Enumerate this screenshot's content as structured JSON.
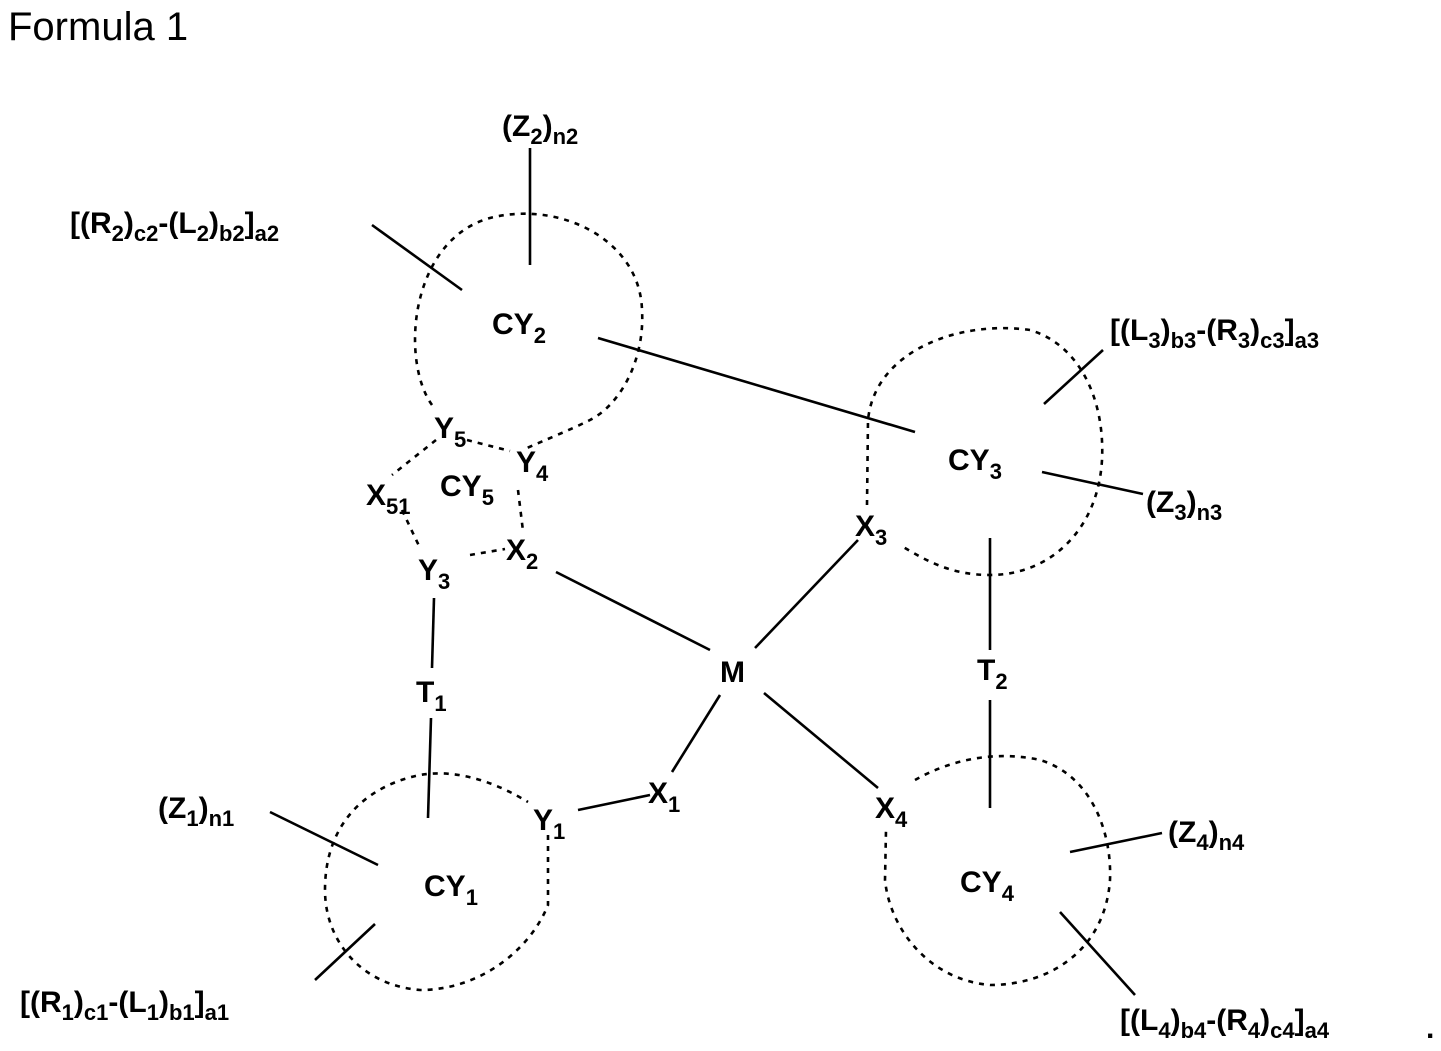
{
  "title": "Formula 1",
  "nodes": {
    "M": "M",
    "X1": {
      "base": "X",
      "sub": "1"
    },
    "X2": {
      "base": "X",
      "sub": "2"
    },
    "X3": {
      "base": "X",
      "sub": "3"
    },
    "X4": {
      "base": "X",
      "sub": "4"
    },
    "X51": {
      "base": "X",
      "sub": "51"
    },
    "Y1": {
      "base": "Y",
      "sub": "1"
    },
    "Y3": {
      "base": "Y",
      "sub": "3"
    },
    "Y4": {
      "base": "Y",
      "sub": "4"
    },
    "Y5": {
      "base": "Y",
      "sub": "5"
    },
    "T1": {
      "base": "T",
      "sub": "1"
    },
    "T2": {
      "base": "T",
      "sub": "2"
    },
    "CY1": {
      "base": "CY",
      "sub": "1"
    },
    "CY2": {
      "base": "CY",
      "sub": "2"
    },
    "CY3": {
      "base": "CY",
      "sub": "3"
    },
    "CY4": {
      "base": "CY",
      "sub": "4"
    },
    "CY5": {
      "base": "CY",
      "sub": "5"
    }
  },
  "substituents": {
    "Z1": {
      "open": "(Z",
      "sub1": "1",
      "close": ")",
      "sub2": "n1"
    },
    "Z2": {
      "open": "(Z",
      "sub1": "2",
      "close": ")",
      "sub2": "n2"
    },
    "Z3": {
      "open": "(Z",
      "sub1": "3",
      "close": ")",
      "sub2": "n3"
    },
    "Z4": {
      "open": "(Z",
      "sub1": "4",
      "close": ")",
      "sub2": "n4"
    },
    "RL1": {
      "p1": "[(R",
      "s1": "1",
      "p2": ")",
      "s2": "c1",
      "p3": "-(L",
      "s3": "1",
      "p4": ")",
      "s4": "b1",
      "p5": "]",
      "s5": "a1"
    },
    "RL2": {
      "p1": "[(R",
      "s1": "2",
      "p2": ")",
      "s2": "c2",
      "p3": "-(L",
      "s3": "2",
      "p4": ")",
      "s4": "b2",
      "p5": "]",
      "s5": "a2"
    },
    "LR3": {
      "p1": "[(L",
      "s1": "3",
      "p2": ")",
      "s2": "b3",
      "p3": "-(R",
      "s3": "3",
      "p4": ")",
      "s4": "c3",
      "p5": "]",
      "s5": "a3"
    },
    "LR4": {
      "p1": "[(L",
      "s1": "4",
      "p2": ")",
      "s2": "b4",
      "p3": "-(R",
      "s3": "4",
      "p4": ")",
      "s4": "c4",
      "p5": "]",
      "s5": "a4"
    }
  },
  "trailing_mark": "."
}
